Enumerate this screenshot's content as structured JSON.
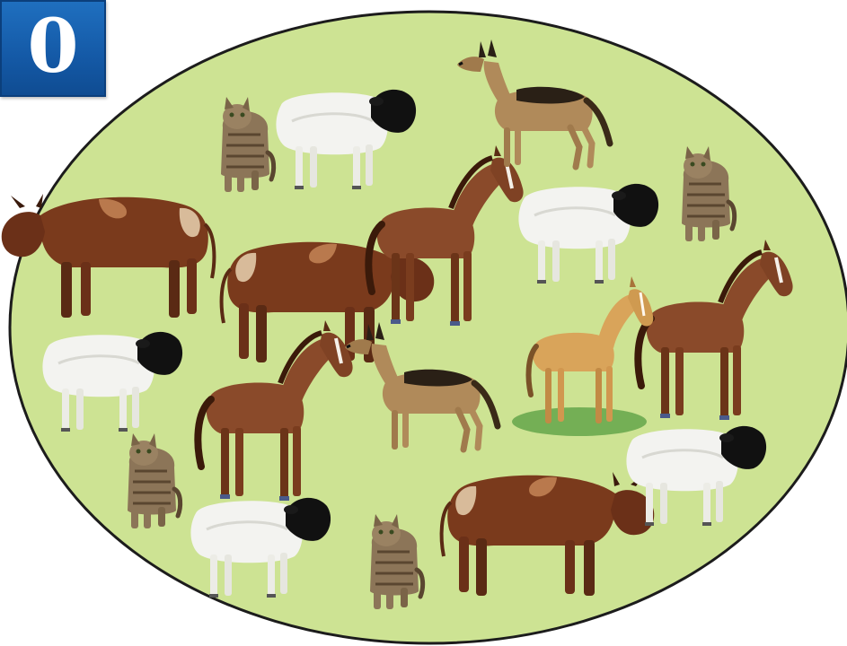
{
  "score": {
    "value": "0"
  },
  "colors": {
    "field_fill": "#cde393",
    "field_stroke": "#1c1c1c",
    "badge_blue": "#1459a6",
    "cow_brown": "#7a3a1c",
    "horse_brown": "#8a4a2a",
    "foal_tan": "#d9a45a",
    "sheep_white": "#f3f3f0",
    "sheep_head": "#111111",
    "dog_tan": "#b08a5a",
    "dog_black": "#2a2016",
    "cat_tabby": "#8c7558"
  },
  "animals": [
    {
      "kind": "cow"
    },
    {
      "kind": "cow"
    },
    {
      "kind": "cow"
    },
    {
      "kind": "horse"
    },
    {
      "kind": "horse"
    },
    {
      "kind": "horse"
    },
    {
      "kind": "foal"
    },
    {
      "kind": "sheep"
    },
    {
      "kind": "sheep"
    },
    {
      "kind": "sheep"
    },
    {
      "kind": "sheep"
    },
    {
      "kind": "sheep"
    },
    {
      "kind": "dog"
    },
    {
      "kind": "dog"
    },
    {
      "kind": "cat"
    },
    {
      "kind": "cat"
    },
    {
      "kind": "cat"
    },
    {
      "kind": "cat"
    }
  ]
}
